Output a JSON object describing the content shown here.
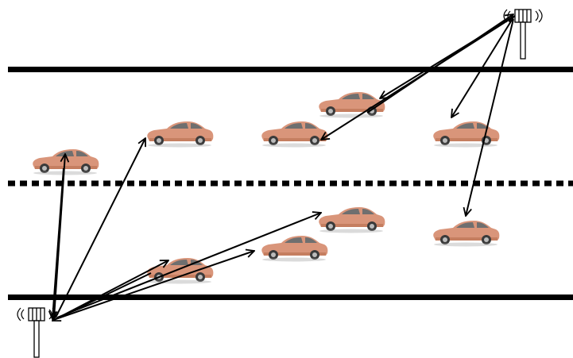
{
  "scene": {
    "background": "#ffffff",
    "road_color": "#000000",
    "car_body_color": "#d9957a",
    "car_shadow_color": "#b8704f",
    "car_window_color": "#6f6f6f",
    "arrow_color": "#000000",
    "tower_icon": "cell-tower-icon",
    "car_icon": "sedan-car-icon",
    "lanes": [
      "upper-lane",
      "lower-lane"
    ],
    "towers": [
      "base-station-top-right",
      "base-station-bottom-left"
    ]
  }
}
